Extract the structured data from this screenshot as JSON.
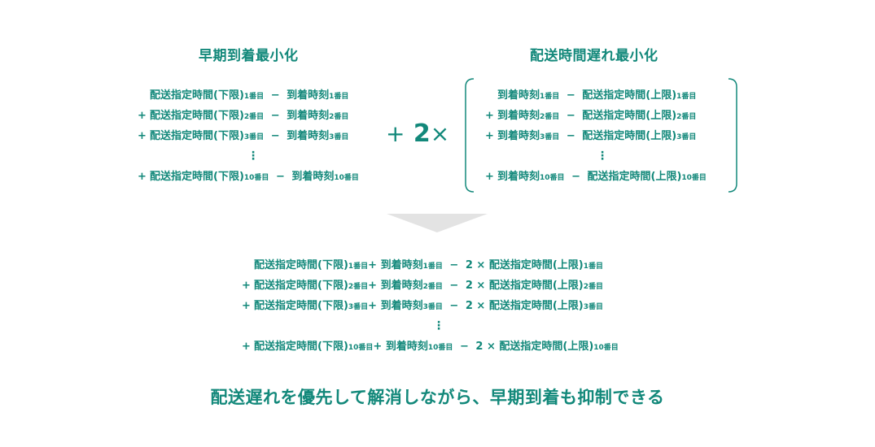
{
  "left": {
    "title": "早期到着最小化",
    "rows": [
      {
        "op": "",
        "a": "配送指定時間(下限)",
        "a_sub": "1番目",
        "minus": "−",
        "b": "到着時刻",
        "b_sub": "1番目"
      },
      {
        "op": "+",
        "a": "配送指定時間(下限)",
        "a_sub": "2番目",
        "minus": "−",
        "b": "到着時刻",
        "b_sub": "2番目"
      },
      {
        "op": "+",
        "a": "配送指定時間(下限)",
        "a_sub": "3番目",
        "minus": "−",
        "b": "到着時刻",
        "b_sub": "3番目"
      },
      {
        "op": "+",
        "a": "配送指定時間(下限)",
        "a_sub": "10番目",
        "minus": "−",
        "b": "到着時刻",
        "b_sub": "10番目"
      }
    ],
    "dots": "⋮"
  },
  "middle": {
    "plus": "+",
    "two": "2",
    "times": "×"
  },
  "right": {
    "title": "配送時間遅れ最小化",
    "rows": [
      {
        "op": "",
        "a": "到着時刻",
        "a_sub": "1番目",
        "minus": "−",
        "b": "配送指定時間(上限)",
        "b_sub": "1番目"
      },
      {
        "op": "+",
        "a": "到着時刻",
        "a_sub": "2番目",
        "minus": "−",
        "b": "配送指定時間(上限)",
        "b_sub": "2番目"
      },
      {
        "op": "+",
        "a": "到着時刻",
        "a_sub": "3番目",
        "minus": "−",
        "b": "配送指定時間(上限)",
        "b_sub": "3番目"
      },
      {
        "op": "+",
        "a": "到着時刻",
        "a_sub": "10番目",
        "minus": "−",
        "b": "配送指定時間(上限)",
        "b_sub": "10番目"
      }
    ],
    "dots": "⋮"
  },
  "bottom": {
    "rows": [
      {
        "op": "",
        "a": "配送指定時間(下限)",
        "a_sub": "1番目",
        "plus": "+",
        "b": "到着時刻",
        "b_sub": "1番目",
        "minus": "−",
        "coef": "2 ×",
        "c": "配送指定時間(上限)",
        "c_sub": "1番目"
      },
      {
        "op": "+",
        "a": "配送指定時間(下限)",
        "a_sub": "2番目",
        "plus": "+",
        "b": "到着時刻",
        "b_sub": "2番目",
        "minus": "−",
        "coef": "2 ×",
        "c": "配送指定時間(上限)",
        "c_sub": "2番目"
      },
      {
        "op": "+",
        "a": "配送指定時間(下限)",
        "a_sub": "3番目",
        "plus": "+",
        "b": "到着時刻",
        "b_sub": "3番目",
        "minus": "−",
        "coef": "2 ×",
        "c": "配送指定時間(上限)",
        "c_sub": "3番目"
      },
      {
        "op": "+",
        "a": "配送指定時間(下限)",
        "a_sub": "10番目",
        "plus": "+",
        "b": "到着時刻",
        "b_sub": "10番目",
        "minus": "−",
        "coef": "2 ×",
        "c": "配送指定時間(上限)",
        "c_sub": "10番目"
      }
    ],
    "dots": "⋮"
  },
  "conclusion": "配送遅れを優先して解消しながら、早期到着も抑制できる",
  "colors": {
    "primary": "#12887a",
    "arrow": "#e3e3e3"
  }
}
